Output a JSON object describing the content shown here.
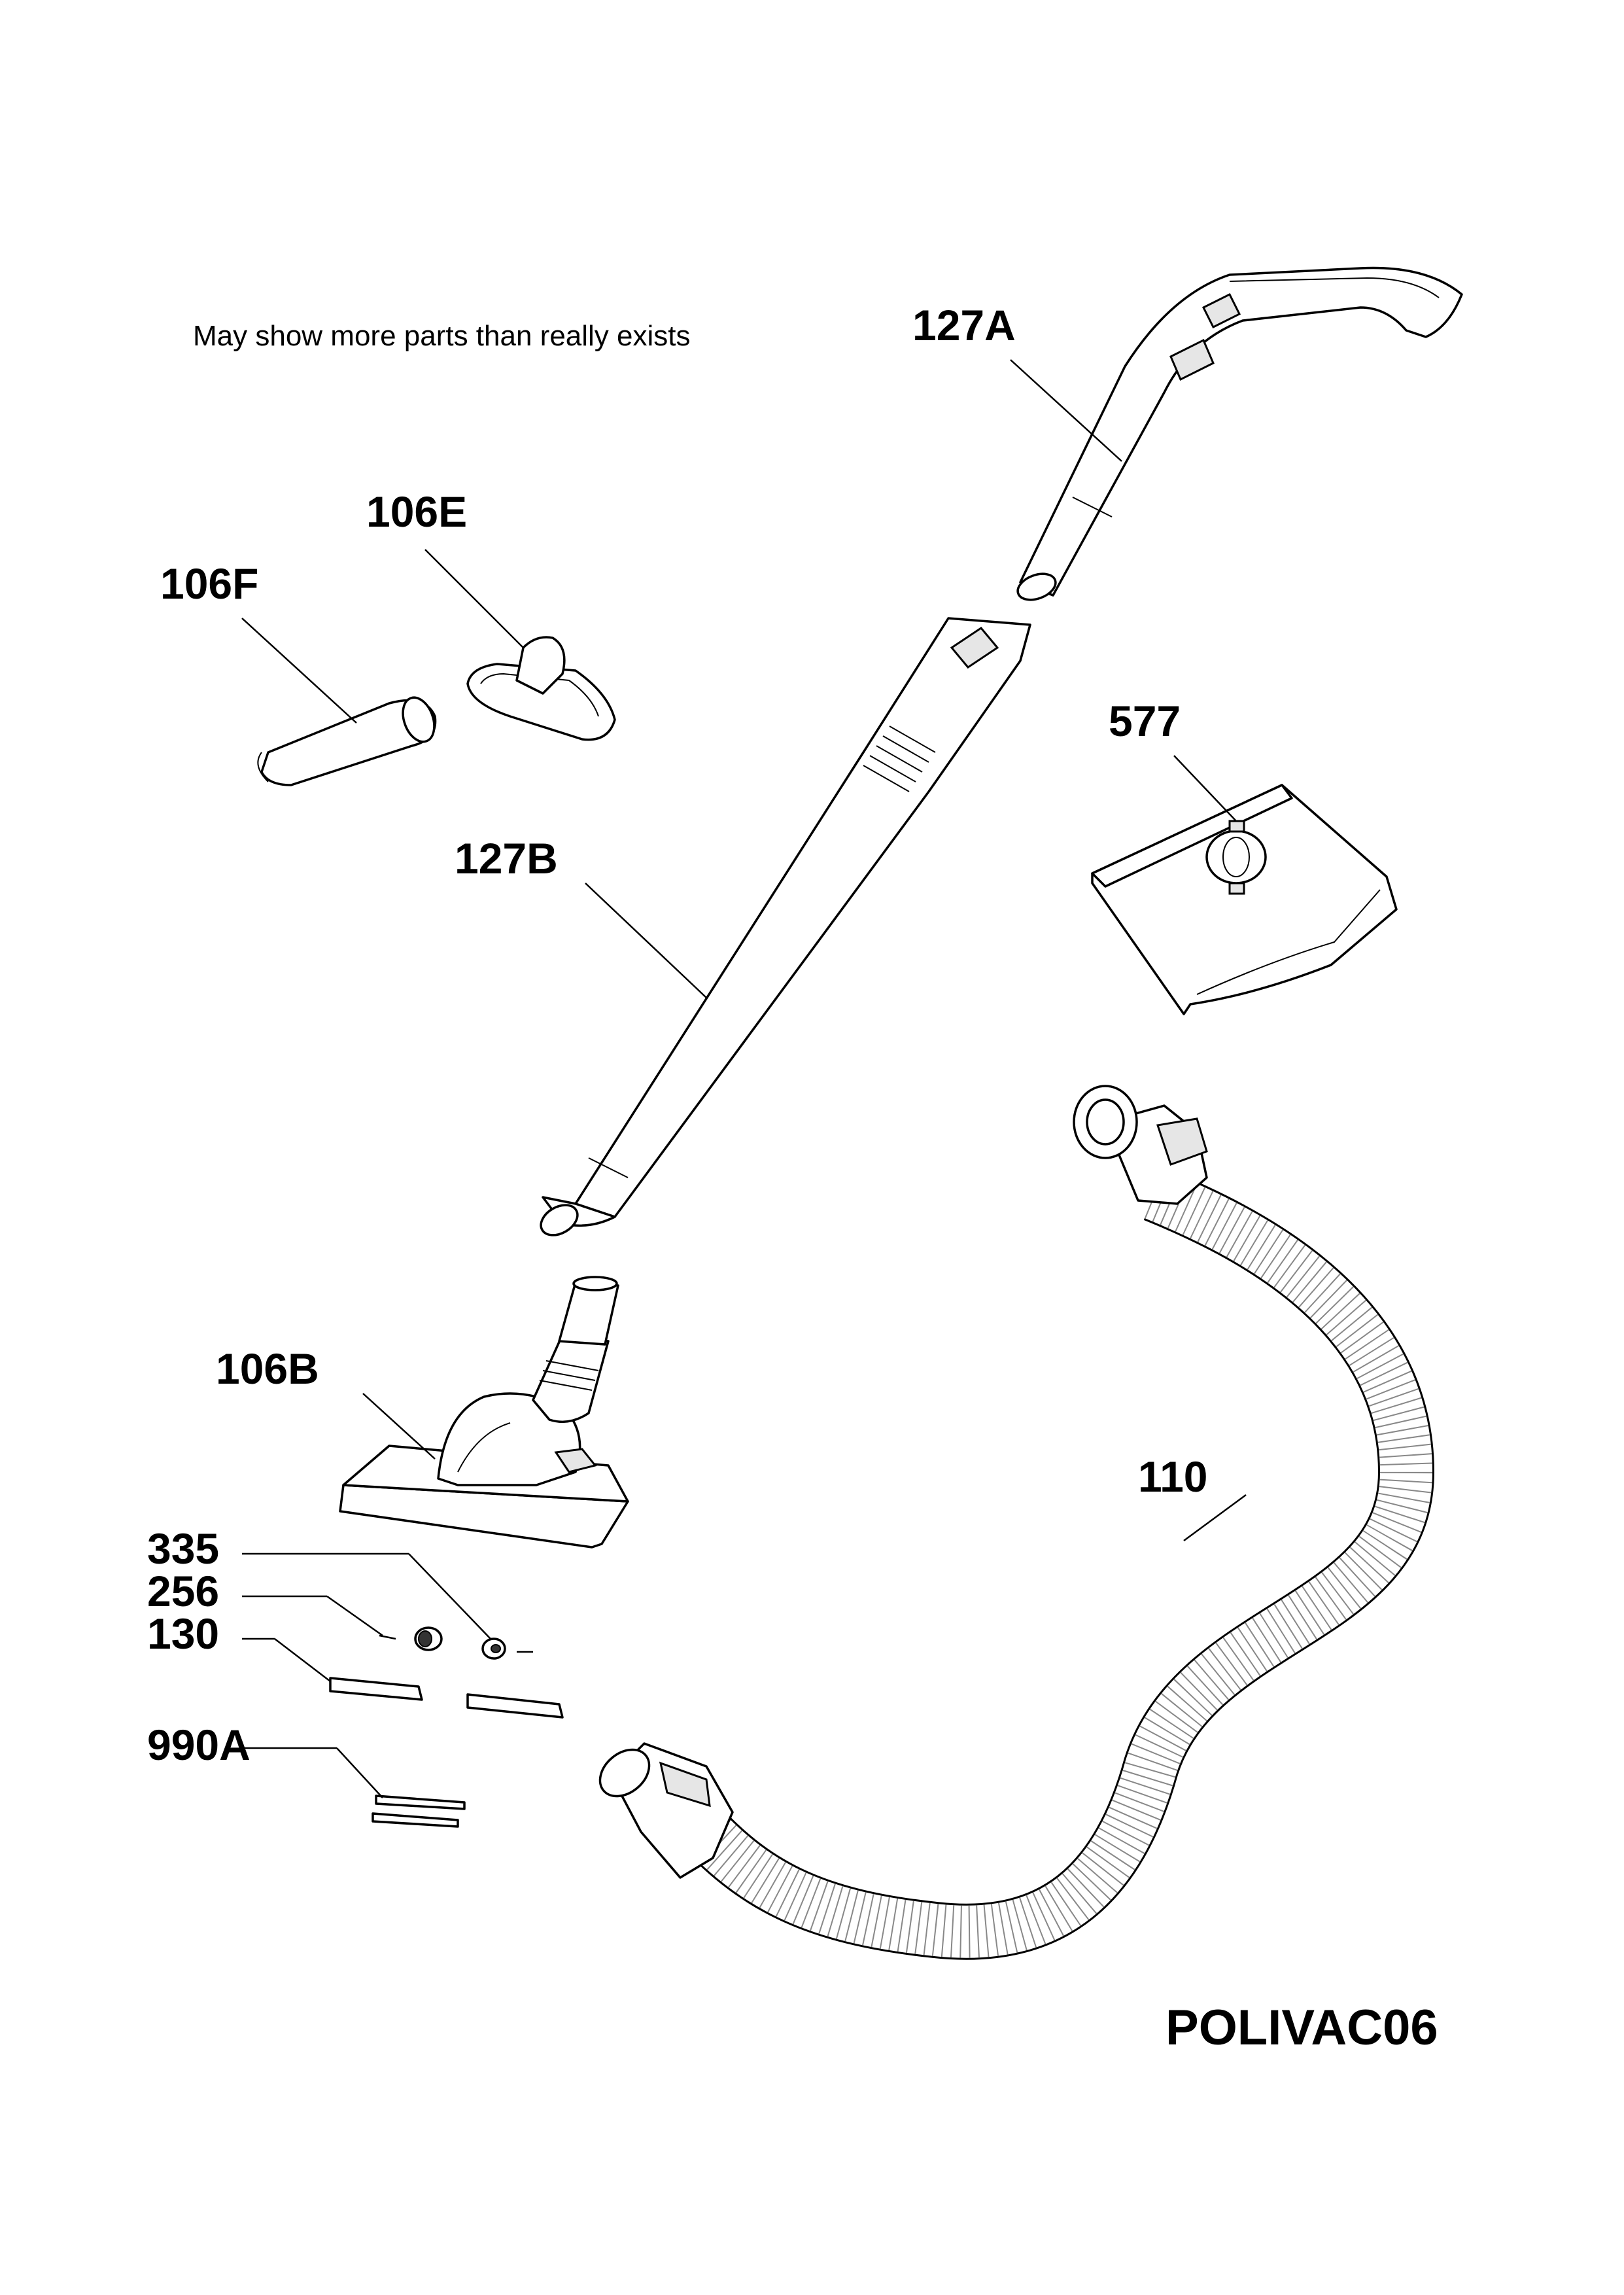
{
  "note": "May show more parts than really exists",
  "diagram_code": "POLIVAC06",
  "parts": [
    {
      "id": "127A",
      "label": "127A"
    },
    {
      "id": "106E",
      "label": "106E"
    },
    {
      "id": "106F",
      "label": "106F"
    },
    {
      "id": "127B",
      "label": "127B"
    },
    {
      "id": "577",
      "label": "577"
    },
    {
      "id": "106B",
      "label": "106B"
    },
    {
      "id": "110",
      "label": "110"
    },
    {
      "id": "335",
      "label": "335"
    },
    {
      "id": "256",
      "label": "256"
    },
    {
      "id": "130",
      "label": "130"
    },
    {
      "id": "990A",
      "label": "990A"
    }
  ]
}
